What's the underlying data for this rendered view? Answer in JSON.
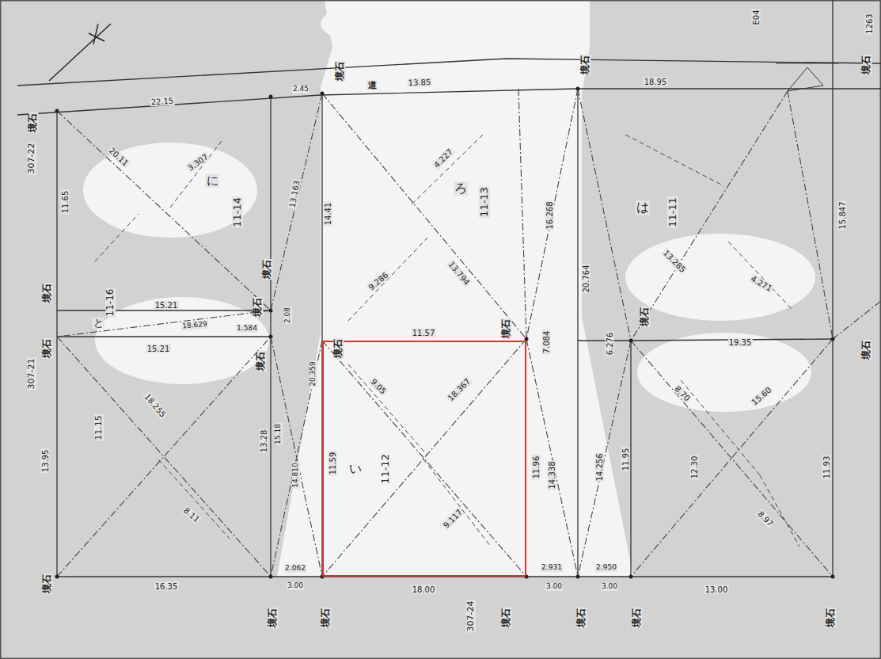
{
  "diagram": {
    "nodes": [
      {
        "text": [
          "い",
          "11-12"
        ]
      }
    ],
    "labels": [
      "境石",
      "22.15",
      "2.45",
      "道",
      "13.85",
      "境石",
      "境石",
      "18.95",
      "境石",
      "1263",
      "E04",
      "307-22",
      "11.65",
      "20.11",
      "3.307",
      "13.163",
      "に",
      "11-14",
      "14.41",
      "4.227",
      "ろ",
      "11-13",
      "13.794",
      "9.286",
      "16.268",
      "20.764",
      "は",
      "11-11",
      "15.847",
      "13.285",
      "4.271",
      "境石",
      "境石",
      "境石",
      "11-16",
      "と",
      "15.21",
      "18.629",
      "1.584",
      "2.08",
      "15.21",
      "境石",
      "307-21",
      "境石",
      "境石",
      "11.57",
      "境石",
      "7.084",
      "6.276",
      "境石",
      "19.35",
      "境石",
      "20.359",
      "11.59",
      "9.05",
      "18.367",
      "9.117",
      "11.96",
      "14.338",
      "14.256",
      "11.95",
      "13.95",
      "11.15",
      "18.255",
      "13.28",
      "15.18",
      "14.810",
      "8.11",
      "12.30",
      "8.70",
      "15.60",
      "11.93",
      "8.97",
      "境石",
      "16.35",
      "2.062",
      "3.00",
      "境石",
      "境石",
      "18.00",
      "307-24",
      "境石",
      "2.931",
      "3.00",
      "境石",
      "2.950",
      "3.00",
      "境石",
      "13.00",
      "境石"
    ]
  }
}
